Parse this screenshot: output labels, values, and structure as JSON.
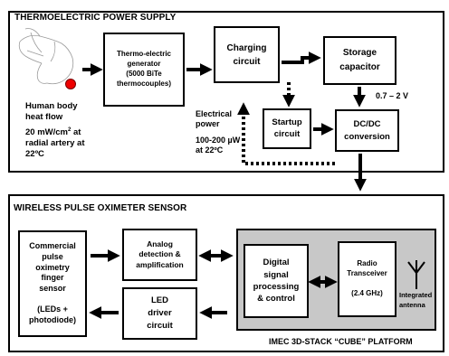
{
  "top_section": {
    "title": "THERMOELECTRIC POWER SUPPLY",
    "hand_caption": "Human body\nheat flow",
    "heat_flux_value": "20 mW/cm",
    "heat_flux_exp": "2",
    "heat_flux_rest": "at\nradial artery at\n22ºC",
    "generator": "Thermo-electric\ngenerator\n(5000 BiTe\nthermocouples)",
    "charging": "Charging\ncircuit",
    "storage": "Storage\ncapacitor",
    "startup": "Startup\ncircuit",
    "dcdc": "DC/DC\nconversion",
    "voltage_range": "0.7 – 2 V",
    "electrical_power": "Electrical\npower",
    "power_range": "100-200 µW\nat 22ºC"
  },
  "bottom_section": {
    "title": "WIRELESS PULSE OXIMETER SENSOR",
    "commercial_sensor": "Commercial\npulse\noximetry\nfinger\nsensor\n\n(LEDs +\nphotodiode)",
    "analog": "Analog\ndetection &\namplification",
    "led_driver": "LED\ndriver\ncircuit",
    "digital": "Digital\nsignal\nprocessing\n& control",
    "radio": "Radio\nTransceiver\n\n(2.4 GHz)",
    "antenna": "Integrated\nantenna",
    "platform": "IMEC 3D-STACK “CUBE” PLATFORM"
  }
}
